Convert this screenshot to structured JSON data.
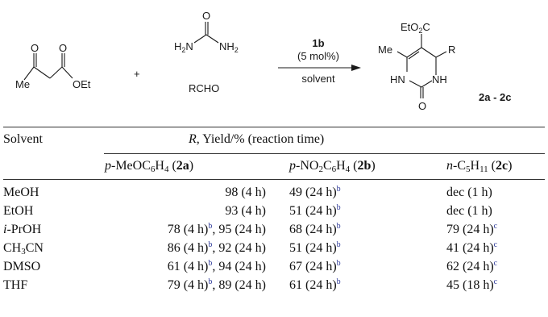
{
  "scheme": {
    "reactant1": {
      "me": "Me",
      "o1": "O",
      "o2": "O",
      "oet": "OEt"
    },
    "plus": "+",
    "urea": {
      "o": "O",
      "h2n": "H",
      "h2n_sub": "2",
      "h2n_n": "N",
      "nh2_n": "NH",
      "nh2_sub": "2"
    },
    "aldehyde": "RCHO",
    "catalyst": "1b",
    "loading": "(5 mol%)",
    "condition": "solvent",
    "product": {
      "eto2c_a": "EtO",
      "eto2c_sub": "2",
      "eto2c_b": "C",
      "me": "Me",
      "r": "R",
      "hn": "HN",
      "nh": "NH",
      "o": "O"
    },
    "product_label": "2a - 2c"
  },
  "table": {
    "col_solvent": "Solvent",
    "group_header_italic": "R",
    "group_header_rest": ", Yield/% (reaction time)",
    "columns": [
      {
        "italic": "p",
        "text": "-MeOC",
        "sub1": "6",
        "text2": "H",
        "sub2": "4",
        "open": " (",
        "bold": "2a",
        "close": ")"
      },
      {
        "italic": "p",
        "text": "-NO",
        "sub1": "2",
        "text2": "C",
        "sub2": "6",
        "text3": "H",
        "sub3": "4",
        "open": " (",
        "bold": "2b",
        "close": ")"
      },
      {
        "italic": "n",
        "text": "-C",
        "sub1": "5",
        "text2": "H",
        "sub2": "11",
        "open": " (",
        "bold": "2c",
        "close": ")"
      }
    ],
    "rows": [
      {
        "solvent": "MeOH",
        "c1": [
          {
            "t": "98 (4 h)",
            "s": ""
          }
        ],
        "c2": {
          "t": "49 (24 h)",
          "s": "b"
        },
        "c3": {
          "t": "dec (1 h)",
          "s": ""
        }
      },
      {
        "solvent": "EtOH",
        "c1": [
          {
            "t": "93 (4 h)",
            "s": ""
          }
        ],
        "c2": {
          "t": "51 (24 h)",
          "s": "b"
        },
        "c3": {
          "t": "dec (1 h)",
          "s": ""
        }
      },
      {
        "solvent_italic": "i",
        "solvent": "-PrOH",
        "c1": [
          {
            "t": "78 (4 h)",
            "s": "b"
          },
          {
            "t": ", 95 (24 h)",
            "s": ""
          }
        ],
        "c2": {
          "t": "68 (24 h)",
          "s": "b"
        },
        "c3": {
          "t": "79 (24 h)",
          "s": "c"
        }
      },
      {
        "solvent": "CH",
        "solvent_sub": "3",
        "solvent_tail": "CN",
        "c1": [
          {
            "t": "86 (4 h)",
            "s": "b"
          },
          {
            "t": ", 92 (24 h)",
            "s": ""
          }
        ],
        "c2": {
          "t": "51 (24 h)",
          "s": "b"
        },
        "c3": {
          "t": "41 (24 h)",
          "s": "c"
        }
      },
      {
        "solvent": "DMSO",
        "c1": [
          {
            "t": "61 (4 h)",
            "s": "b"
          },
          {
            "t": ", 94 (24 h)",
            "s": ""
          }
        ],
        "c2": {
          "t": "67 (24 h)",
          "s": "b"
        },
        "c3": {
          "t": "62 (24 h)",
          "s": "c"
        }
      },
      {
        "solvent": "THF",
        "c1": [
          {
            "t": "79 (4 h)",
            "s": "b"
          },
          {
            "t": ", 89 (24 h)",
            "s": ""
          }
        ],
        "c2": {
          "t": "61 (24 h)",
          "s": "b"
        },
        "c3": {
          "t": "45 (18 h)",
          "s": "c"
        }
      }
    ]
  }
}
